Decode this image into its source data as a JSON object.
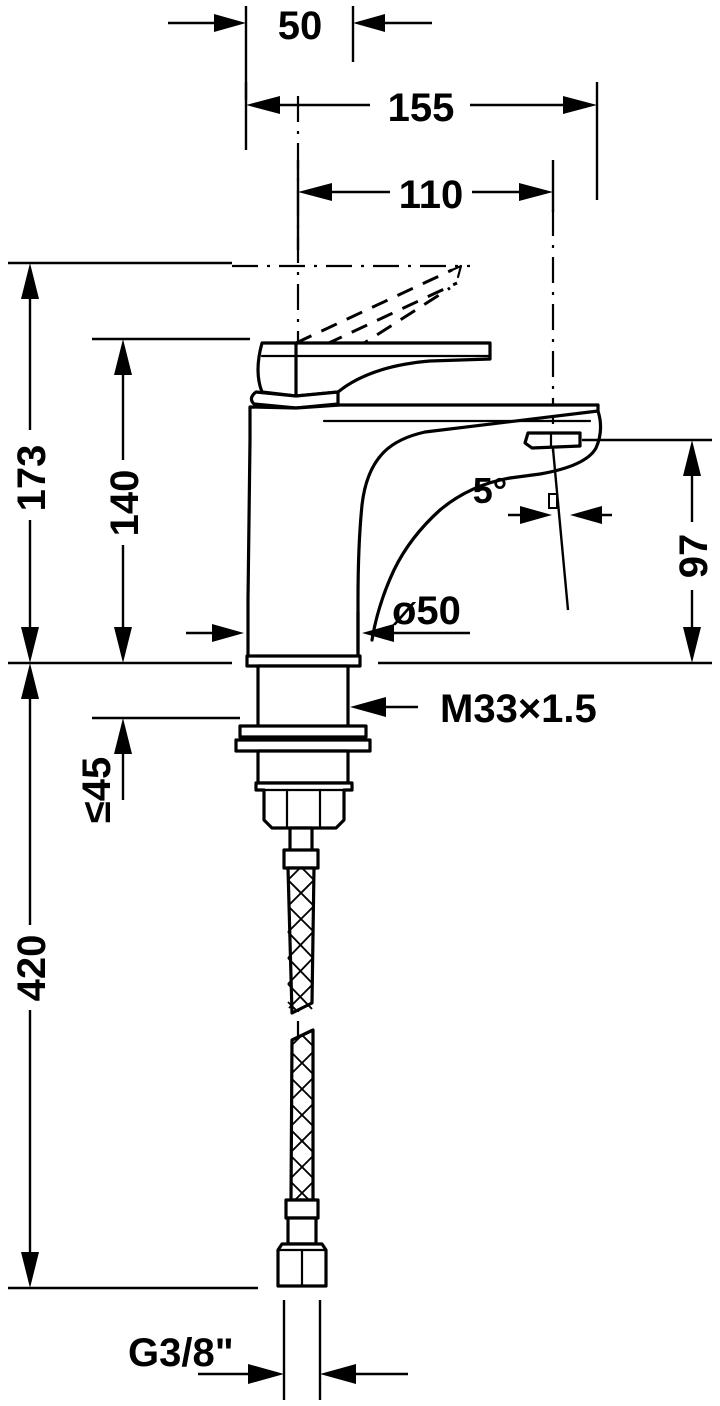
{
  "drawing": {
    "kind": "technical-dimension-drawing",
    "subject": "single-lever basin mixer faucet, side elevation",
    "line_color": "#000000",
    "background_color": "#ffffff"
  },
  "dimensions": {
    "spout_offset_from_axis": "50",
    "total_reach": "155",
    "spout_reach": "110",
    "total_height": "173",
    "height_to_spout_top": "140",
    "height_to_outlet": "97",
    "body_diameter": "ø50",
    "mounting_thread": "M33×1.5",
    "max_counter_thickness": "≤45",
    "hose_length_total": "420",
    "hose_connection_thread": "G3/8\""
  },
  "annotations": {
    "aerator_angle": "5°"
  },
  "labels": {
    "d50": "50",
    "d155": "155",
    "d110": "110",
    "d173": "173",
    "d140": "140",
    "d97": "97",
    "dia50": "ø50",
    "thread_m33": "M33×1.5",
    "max45": "≤45",
    "d420": "420",
    "g38": "G3/8\"",
    "angle5": "5°"
  }
}
